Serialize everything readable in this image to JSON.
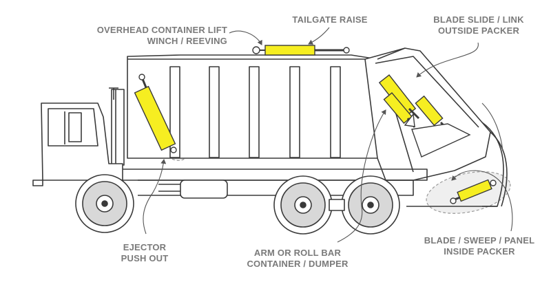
{
  "labels": {
    "overhead": {
      "line1": "OVERHEAD CONTAINER LIFT",
      "line2": "WINCH / REEVING"
    },
    "tailgate": {
      "line1": "TAILGATE RAISE"
    },
    "blade_slide": {
      "line1": "BLADE SLIDE / LINK",
      "line2": "OUTSIDE PACKER"
    },
    "ejector": {
      "line1": "EJECTOR",
      "line2": "PUSH OUT"
    },
    "arm": {
      "line1": "ARM OR ROLL BAR",
      "line2": "CONTAINER / DUMPER"
    },
    "blade_sweep": {
      "line1": "BLADE / SWEEP / PANEL",
      "line2": "INSIDE PACKER"
    }
  },
  "colors": {
    "cylinder": "#f6ee21",
    "outline": "#3a3a3a",
    "label": "#7a7a7a",
    "highlight_zone": "#ececec"
  }
}
